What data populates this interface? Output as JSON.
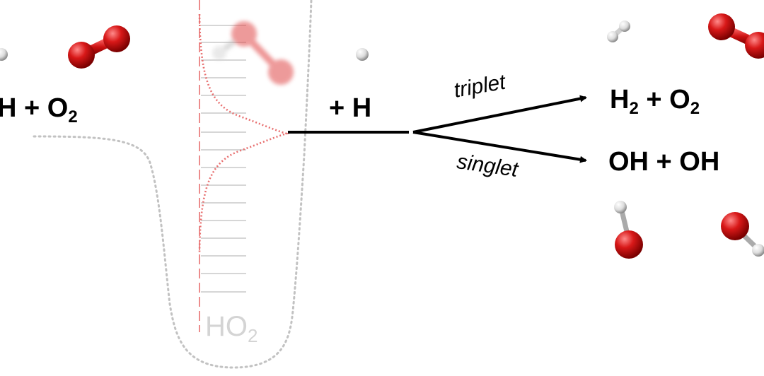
{
  "reactants": {
    "lead": "H + O",
    "sub": "2"
  },
  "well": {
    "lead": "HO",
    "sub": "2"
  },
  "incoming": "+ H",
  "channels": {
    "upper": {
      "label": "triplet"
    },
    "lower": {
      "label": "singlet"
    }
  },
  "products": {
    "upper": {
      "a": "H",
      "a_sub": "2",
      "mid": " + O",
      "b_sub": "2"
    },
    "lower": {
      "text": "OH + OH"
    }
  },
  "colors": {
    "oxygen": "#cc1010",
    "hydrogen": "#e6e6e6",
    "well_outline": "#c2c2c2",
    "wavefunction": "#e87070",
    "levels": "#c8c8c8",
    "ink": "#000000"
  }
}
